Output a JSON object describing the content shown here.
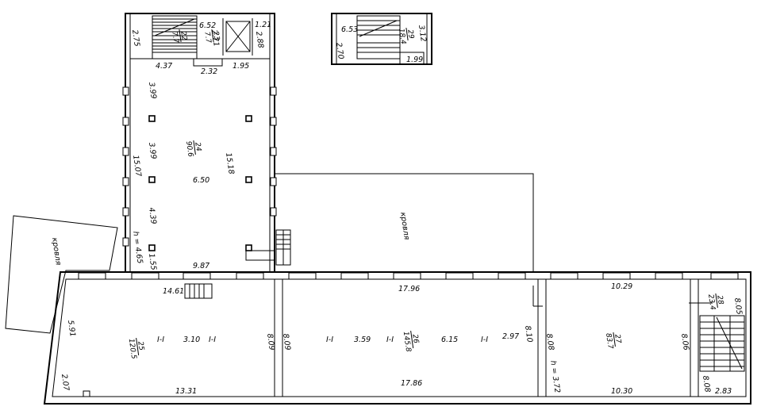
{
  "roof_labels": {
    "left": "кровля",
    "right": "кровля"
  },
  "rooms": {
    "r24": {
      "num": "24",
      "area": "90.6"
    },
    "r22": {
      "num": "22",
      "area": "7.7"
    },
    "r23": {
      "num": "23",
      "area": "7.7"
    },
    "r29": {
      "num": "29",
      "area": "18.4"
    },
    "r25": {
      "num": "25",
      "area": "120.5"
    },
    "r26": {
      "num": "26",
      "area": "145.8"
    },
    "r27": {
      "num": "27",
      "area": "83.7"
    },
    "r28": {
      "num": "28",
      "area": "23.4"
    }
  },
  "dims": {
    "d652": "6.52",
    "d271": "2.71",
    "d121": "1.21",
    "d275": "2.75",
    "d288": "2.88",
    "d437": "4.37",
    "d232": "2.32",
    "d195": "1.95",
    "d399a": "3.99",
    "d399b": "3.99",
    "d1507": "15.07",
    "d1518": "15.18",
    "d650": "6.50",
    "d439": "4.39",
    "h465": "h = 4.65",
    "d155": "1.55",
    "d987": "9.87",
    "d653": "6.53",
    "d312": "3.12",
    "d270": "2.70",
    "d199": "1.99",
    "d1461": "14.61",
    "d1796": "17.96",
    "d1029": "10.29",
    "d805": "8.05",
    "d591": "5.91",
    "d310": "3.10",
    "d809a": "8.09",
    "d809b": "8.09",
    "d359": "3.59",
    "d615": "6.15",
    "d297": "2.97",
    "d810": "8.10",
    "d808": "8.08",
    "d806": "8.06",
    "h372": "h = 3.72",
    "d207": "2.07",
    "d1331": "13.31",
    "d1786": "17.86",
    "d1030": "10.30",
    "d808b": "8.08",
    "d283": "2.83"
  }
}
